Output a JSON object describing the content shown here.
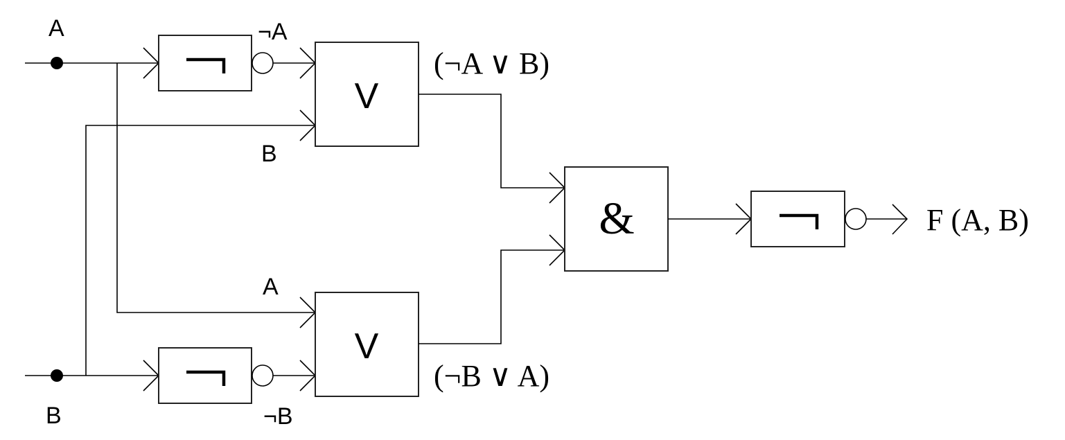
{
  "diagram": {
    "title": "",
    "inputs": [
      {
        "id": "A",
        "label": "A"
      },
      {
        "id": "B",
        "label": "B"
      }
    ],
    "branch_labels": {
      "top_or_b_input": "B",
      "bottom_or_a_input": "A",
      "not_a_output": "¬A",
      "not_b_output": "¬B"
    },
    "gates": [
      {
        "id": "not_a",
        "type": "NOT",
        "symbol": "¬",
        "inputs": [
          "A"
        ],
        "output": "¬A"
      },
      {
        "id": "or_top",
        "type": "OR",
        "symbol": "V",
        "inputs": [
          "¬A",
          "B"
        ],
        "output": "(¬A ∨ B)"
      },
      {
        "id": "not_b",
        "type": "NOT",
        "symbol": "¬",
        "inputs": [
          "B"
        ],
        "output": "¬B"
      },
      {
        "id": "or_bottom",
        "type": "OR",
        "symbol": "V",
        "inputs": [
          "A",
          "¬B"
        ],
        "output": "(¬B ∨ A)"
      },
      {
        "id": "and",
        "type": "AND",
        "symbol": "&",
        "inputs": [
          "(¬A ∨ B)",
          "(¬B ∨ A)"
        ],
        "output": ""
      },
      {
        "id": "not_out",
        "type": "NOT",
        "symbol": "¬",
        "inputs": [
          "&"
        ],
        "output": "F (A, B)"
      }
    ],
    "expressions": {
      "or_top": "(¬A ∨ B)",
      "or_bottom": "(¬B ∨ A)",
      "final": "F (A, B)"
    },
    "symbols": {
      "not": "¬",
      "or": "V",
      "and": "&"
    }
  }
}
